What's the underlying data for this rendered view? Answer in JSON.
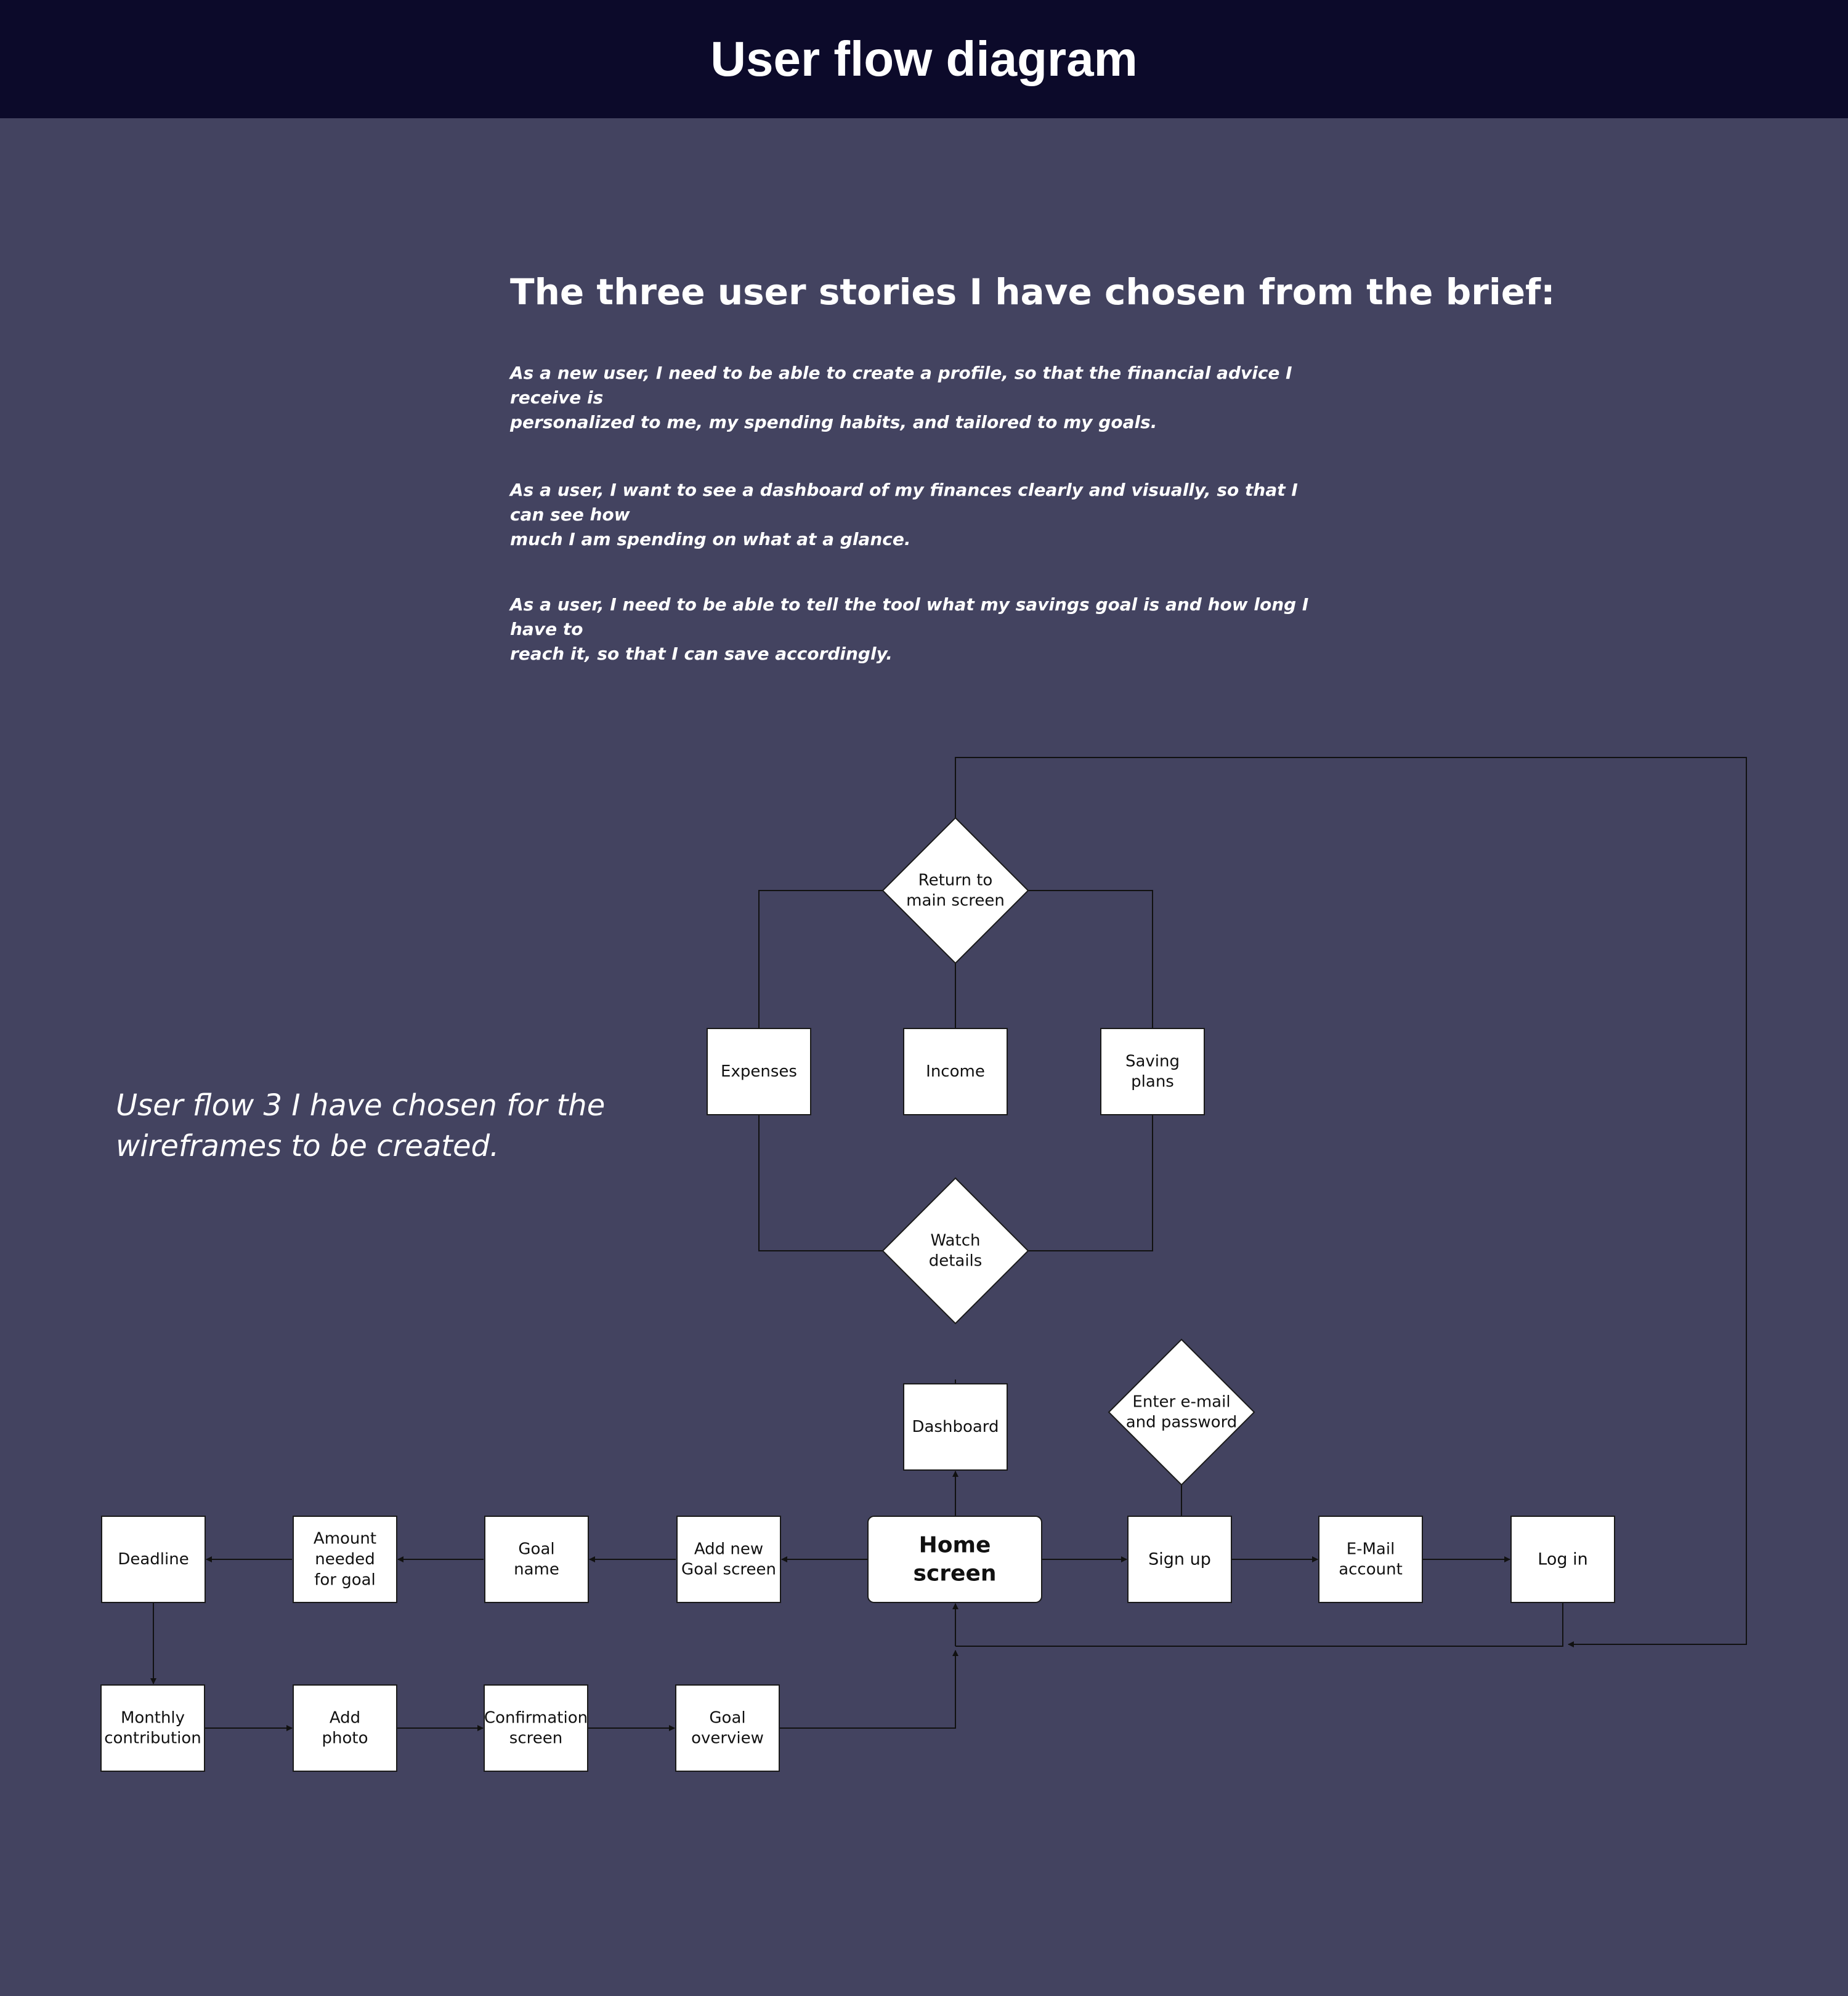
{
  "header": {
    "title": "User flow diagram"
  },
  "stories": {
    "title": "The three user stories I have chosen from the brief:",
    "items": [
      {
        "line1": "As a new user, I need to be able to create a profile, so that the financial advice I receive is",
        "line2": "personalized to me, my spending habits, and tailored to my goals."
      },
      {
        "line1": "As a user, I want to see a dashboard of my finances clearly and visually, so that I can see how",
        "line2": "much I am spending on what at a glance."
      },
      {
        "line1": "As a user, I need to be able to tell the tool what my savings goal is and how long I have to",
        "line2": "reach it, so that I can save accordingly."
      }
    ]
  },
  "flow_note": {
    "line1": "User flow 3  I have chosen for the",
    "line2": "wireframes to be created."
  },
  "colors": {
    "background": "#434360",
    "header": "#0c0a2a",
    "node_fill": "#ffffff",
    "line": "#111111"
  },
  "diagram": {
    "nodes": [
      {
        "id": "return_main",
        "shape": "diamond",
        "lines": [
          "Return to",
          "main screen"
        ]
      },
      {
        "id": "expenses",
        "shape": "rect",
        "lines": [
          "Expenses"
        ]
      },
      {
        "id": "income",
        "shape": "rect",
        "lines": [
          "Income"
        ]
      },
      {
        "id": "saving_plans",
        "shape": "rect",
        "lines": [
          "Saving",
          "plans"
        ]
      },
      {
        "id": "watch_details",
        "shape": "diamond",
        "lines": [
          "Watch",
          "details"
        ]
      },
      {
        "id": "dashboard",
        "shape": "rect",
        "lines": [
          "Dashboard"
        ]
      },
      {
        "id": "enter_email",
        "shape": "diamond",
        "lines": [
          "Enter e-mail",
          "and password"
        ]
      },
      {
        "id": "home",
        "shape": "rect-rounded",
        "lines": [
          "Home",
          "screen"
        ]
      },
      {
        "id": "sign_up",
        "shape": "rect",
        "lines": [
          "Sign up"
        ]
      },
      {
        "id": "email_account",
        "shape": "rect",
        "lines": [
          "E-Mail",
          "account"
        ]
      },
      {
        "id": "log_in",
        "shape": "rect",
        "lines": [
          "Log in"
        ]
      },
      {
        "id": "add_goal",
        "shape": "rect",
        "lines": [
          "Add new",
          "Goal screen"
        ]
      },
      {
        "id": "goal_name",
        "shape": "rect",
        "lines": [
          "Goal",
          "name"
        ]
      },
      {
        "id": "amount",
        "shape": "rect",
        "lines": [
          "Amount",
          "needed",
          "for goal"
        ]
      },
      {
        "id": "deadline",
        "shape": "rect",
        "lines": [
          "Deadline"
        ]
      },
      {
        "id": "monthly",
        "shape": "rect",
        "lines": [
          "Monthly",
          "contribution"
        ]
      },
      {
        "id": "add_photo",
        "shape": "rect",
        "lines": [
          "Add",
          "photo"
        ]
      },
      {
        "id": "confirmation",
        "shape": "rect",
        "lines": [
          "Confirmation",
          "screen"
        ]
      },
      {
        "id": "goal_overview",
        "shape": "rect",
        "lines": [
          "Goal",
          "overview"
        ]
      }
    ]
  }
}
